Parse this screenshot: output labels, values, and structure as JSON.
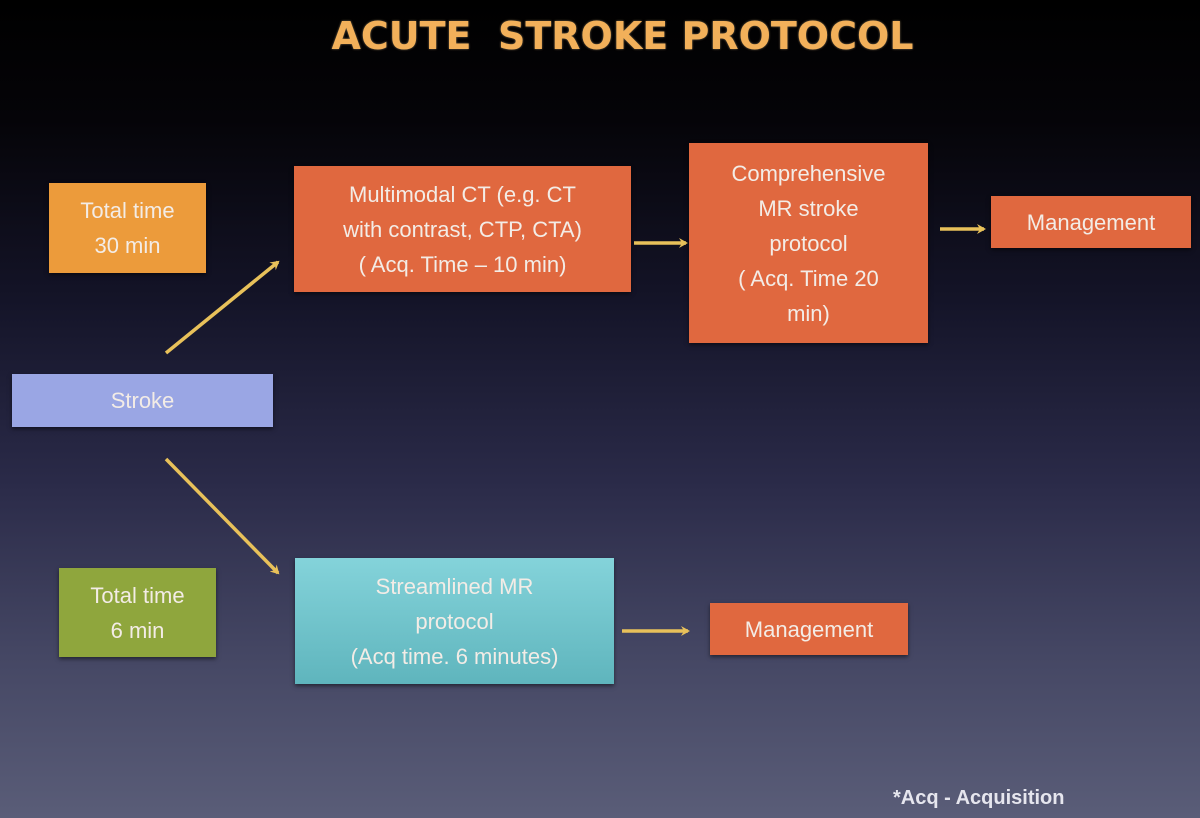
{
  "title": "ACUTE  STROKE PROTOCOL",
  "colors": {
    "title": "#f2b05a",
    "process_box": "#e0683f",
    "total_time_top": "#ec9b3b",
    "stroke_box": "#9aa6e4",
    "total_time_bottom": "#8fa63d",
    "streamlined_box": "#84d3da",
    "arrow": "#e8c15a"
  },
  "nodes": {
    "total_time_30": "Total time\n30 min",
    "multimodal_ct": "Multimodal CT (e.g. CT\nwith contrast, CTP, CTA)\n( Acq. Time – 10 min)",
    "comprehensive_mr": "Comprehensive\nMR stroke\nprotocol\n( Acq. Time 20\nmin)",
    "management_top": "Management",
    "stroke": "Stroke",
    "total_time_6": "Total time\n6 min",
    "streamlined_mr": "Streamlined MR\nprotocol\n(Acq time. 6 minutes)",
    "management_bottom": "Management"
  },
  "edges": [
    {
      "from": "stroke",
      "to": "multimodal_ct"
    },
    {
      "from": "multimodal_ct",
      "to": "comprehensive_mr"
    },
    {
      "from": "comprehensive_mr",
      "to": "management_top"
    },
    {
      "from": "stroke",
      "to": "streamlined_mr"
    },
    {
      "from": "streamlined_mr",
      "to": "management_bottom"
    }
  ],
  "footnote": "*Acq - Acquisition"
}
